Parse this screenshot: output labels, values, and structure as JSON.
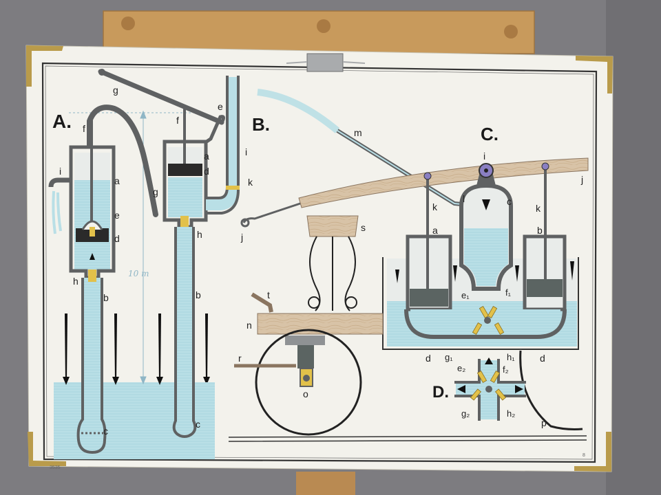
{
  "colors": {
    "wall": "#7d7c80",
    "easel_wood": "#c89a5c",
    "board": "#f3f2ec",
    "water": "#b9dfe6",
    "metal": "#5f6162",
    "wood": "#d8c3a7",
    "brass": "#b99b4b",
    "valve": "#e2c14a"
  },
  "section_labels": {
    "a": "A.",
    "b": "B.",
    "c": "C.",
    "d": "D."
  },
  "measure_label": "10 m",
  "catalog_number": "3535",
  "corner_mark": "8",
  "letters": {
    "a_f": "f",
    "a_i": "i",
    "a_a": "a",
    "a_g": "g",
    "a_e": "e",
    "a_d": "d",
    "a_h": "h",
    "a_b": "b",
    "a_c": "c",
    "b_g": "g",
    "b_f": "f",
    "b_e": "e",
    "b_a": "a",
    "b_d": "d",
    "b_i": "i",
    "b_k": "k",
    "b_h": "h",
    "b_b": "b",
    "b_c": "c",
    "c_m": "m",
    "c_i": "i",
    "c_j_right": "j",
    "c_j_left": "j",
    "c_k_left": "k",
    "c_k_right": "k",
    "c_l": "l",
    "c_c": "c",
    "c_a": "a",
    "c_b": "b",
    "c_s": "s",
    "c_t": "t",
    "c_n": "n",
    "c_r": "r",
    "c_o": "o",
    "c_p": "p",
    "c_e1": "e₁",
    "c_f1": "f₁",
    "c_g1": "g₁",
    "c_h1": "h₁",
    "c_d_left": "d",
    "c_d_right": "d",
    "d_e2": "e₂",
    "d_f2": "f₂",
    "d_g2": "g₂",
    "d_h2": "h₂"
  }
}
